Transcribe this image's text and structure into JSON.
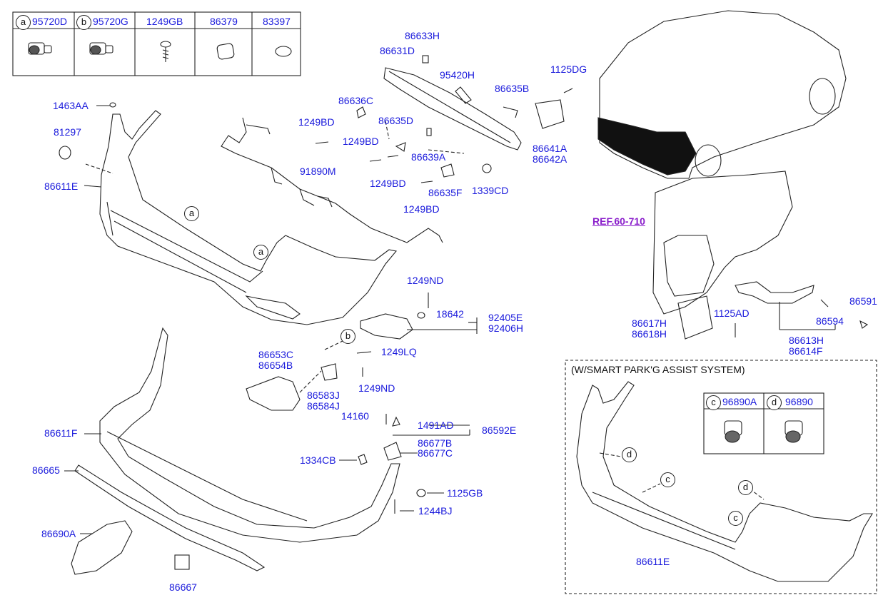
{
  "legend_table": {
    "headers": [
      {
        "circle": "a",
        "part": "95720D"
      },
      {
        "circle": "b",
        "part": "95720G"
      },
      {
        "circle": "",
        "part": "1249GB"
      },
      {
        "circle": "",
        "part": "86379"
      },
      {
        "circle": "",
        "part": "83397"
      }
    ]
  },
  "sensor_table": {
    "headers": [
      {
        "circle": "c",
        "part": "96890A"
      },
      {
        "circle": "d",
        "part": "96890"
      }
    ]
  },
  "inset_title": "(W/SMART PARK'G ASSIST SYSTEM)",
  "reference": "REF.60-710",
  "callout_letters": {
    "a": "a",
    "b": "b",
    "c": "c",
    "d": "d"
  },
  "parts": {
    "p1463AA": "1463AA",
    "p81297": "81297",
    "p86611E": "86611E",
    "p86633H": "86633H",
    "p86631D": "86631D",
    "p95420H": "95420H",
    "p86635B": "86635B",
    "p1125DG": "1125DG",
    "p86636C": "86636C",
    "p1249BD_a": "1249BD",
    "p86635D": "86635D",
    "p1249BD_b": "1249BD",
    "p86639A": "86639A",
    "p86641A": "86641A",
    "p86642A": "86642A",
    "p91890M": "91890M",
    "p1249BD_c": "1249BD",
    "p86635F": "86635F",
    "p1339CD": "1339CD",
    "p1249BD_d": "1249BD",
    "p1249ND_a": "1249ND",
    "p18642": "18642",
    "p92405E": "92405E",
    "p92406H": "92406H",
    "p86653C": "86653C",
    "p86654B": "86654B",
    "p1249LQ": "1249LQ",
    "p86583J": "86583J",
    "p86584J": "86584J",
    "p1249ND_b": "1249ND",
    "p14160": "14160",
    "p1491AD": "1491AD",
    "p86592E": "86592E",
    "p86677B": "86677B",
    "p86677C": "86677C",
    "p86611F": "86611F",
    "p86665": "86665",
    "p1334CB": "1334CB",
    "p1125GB": "1125GB",
    "p1244BJ": "1244BJ",
    "p86690A": "86690A",
    "p86667": "86667",
    "p86617H": "86617H",
    "p86618H": "86618H",
    "p1125AD": "1125AD",
    "p86591": "86591",
    "p86594": "86594",
    "p86613H": "86613H",
    "p86614F": "86614F",
    "p86611E_inset": "86611E"
  },
  "colors": {
    "part_number": "#1a1adc",
    "reference": "#8a1ecb",
    "line": "#222222"
  }
}
